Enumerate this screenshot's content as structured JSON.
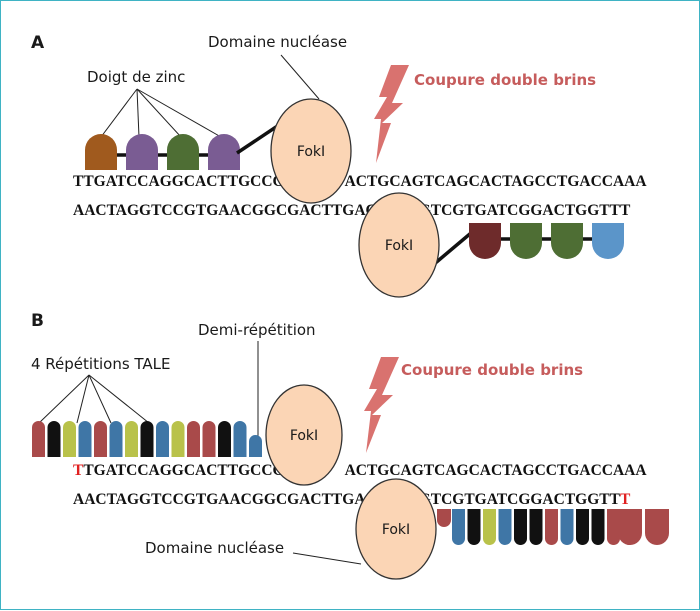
{
  "colors": {
    "fok_fill": "#fbd5b5",
    "fok_stroke": "#333333",
    "lightning": "#d9726f",
    "cut_text": "#c65c5c",
    "highlight_base": "#e02020",
    "frame": "#3fb3c4"
  },
  "panel_a": {
    "letter": "A",
    "label_domain": "Domaine nucléase",
    "label_zinc": "Doigt de zinc",
    "label_cut": "Coupure double brins",
    "strand_top": {
      "lead": "",
      "left": "TTGATCCAGGCACTTGCCG",
      "right": "ACTGCAGTCAGCACTAGCCTGACCAAA",
      "tail": ""
    },
    "strand_bottom": {
      "lead": "",
      "left": "AACTAGGTCCGTGAACGGCGACTTGAC",
      "right": "GTCGTGATCGGACTGGTT",
      "tail": "T"
    },
    "fok_top": "FokI",
    "fok_bottom": "FokI",
    "zinc_top": [
      "#a05a1e",
      "#7a5c93",
      "#4e6e34",
      "#7a5c93"
    ],
    "zinc_bottom": [
      "#6e2b2b",
      "#4e6e34",
      "#4e6e34",
      "#5b95c9"
    ]
  },
  "panel_b": {
    "letter": "B",
    "label_repeats": "4 Répétitions TALE",
    "label_half": "Demi-répétition",
    "label_cut": "Coupure double brins",
    "label_domain": "Domaine nucléase",
    "strand_top": {
      "lead": "T",
      "left": "TGATCCAGGCACTTGCCG",
      "right": "ACTGCAGTCAGCACTAGCCTGACCAAA",
      "tail": ""
    },
    "strand_bottom": {
      "lead": "",
      "left": "AACTAGGTCCGTGAACGGCGACTTGAC",
      "right": "GTCGTGATCGGACTGGTT",
      "tail": "T"
    },
    "fok_top": "FokI",
    "fok_bottom": "FokI",
    "tale_top": [
      "#a94a4a",
      "#111111",
      "#b9c24a",
      "#3f76a6",
      "#a94a4a",
      "#3f76a6",
      "#b9c24a",
      "#111111",
      "#3f76a6",
      "#b9c24a",
      "#a94a4a",
      "#a94a4a",
      "#111111",
      "#3f76a6"
    ],
    "tale_half_top": "#3f76a6",
    "tale_half_bottom": "#a94a4a",
    "tale_bottom": [
      "#3f76a6",
      "#111111",
      "#b9c24a",
      "#3f76a6",
      "#111111",
      "#111111",
      "#a94a4a",
      "#3f76a6",
      "#111111",
      "#111111",
      "#a94a4a",
      "#a94a4a"
    ]
  }
}
